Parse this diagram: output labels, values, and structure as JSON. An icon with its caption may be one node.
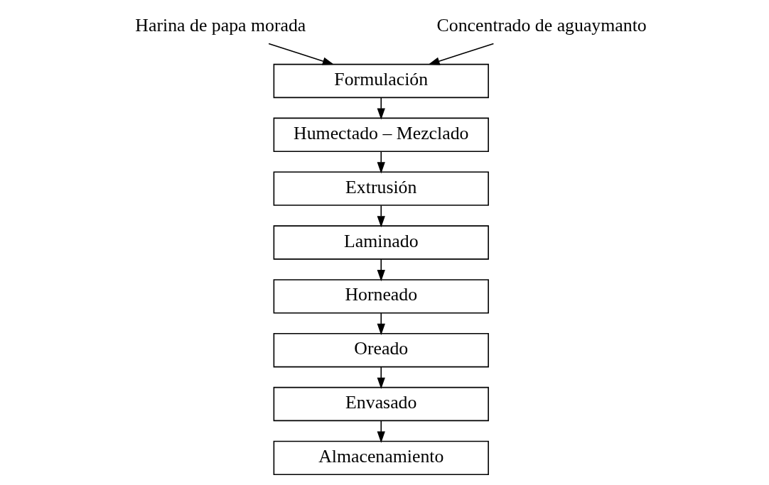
{
  "diagram": {
    "nodes": [
      {
        "text": [
          "Harina de papa morada"
        ]
      },
      {
        "text": [
          "Concentrado de aguaymanto"
        ]
      },
      {
        "text": [
          "Formulación"
        ]
      },
      {
        "text": [
          "Humectado – Mezclado"
        ]
      },
      {
        "text": [
          "Extrusión"
        ]
      },
      {
        "text": [
          "Laminado"
        ]
      },
      {
        "text": [
          "Horneado"
        ]
      },
      {
        "text": [
          "Oreado"
        ]
      },
      {
        "text": [
          "Envasado"
        ]
      },
      {
        "text": [
          "Almacenamiento"
        ]
      }
    ],
    "edges": [
      {
        "from": 0,
        "to": 2,
        "arrow": "to"
      },
      {
        "from": 1,
        "to": 2,
        "arrow": "to"
      },
      {
        "from": 2,
        "to": 3,
        "arrow": "to"
      },
      {
        "from": 3,
        "to": 4,
        "arrow": "to"
      },
      {
        "from": 4,
        "to": 5,
        "arrow": "to"
      },
      {
        "from": 5,
        "to": 6,
        "arrow": "to"
      },
      {
        "from": 6,
        "to": 7,
        "arrow": "to"
      },
      {
        "from": 7,
        "to": 8,
        "arrow": "to"
      },
      {
        "from": 8,
        "to": 9,
        "arrow": "to"
      }
    ]
  }
}
